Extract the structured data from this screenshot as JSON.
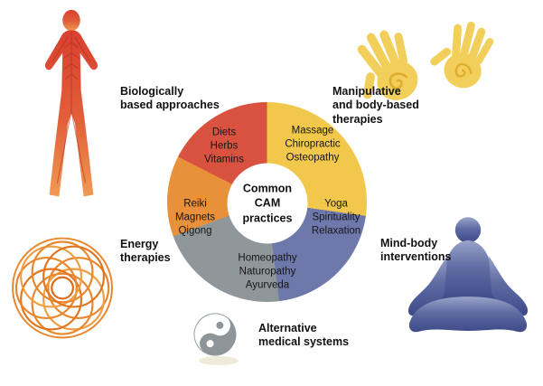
{
  "figure": {
    "center_label": "Common\nCAM\npractices",
    "pie": {
      "segments": [
        {
          "name": "Manipulative and body-based therapies",
          "items": "Massage\nChiropractic\nOsteopathy",
          "color": "#f1c84b",
          "end_angle": 98
        },
        {
          "name": "Mind-body interventions",
          "items": "Yoga\nSpirituality\nRelaxation",
          "color": "#6e78ab",
          "end_angle": 173
        },
        {
          "name": "Alternative medical systems",
          "items": "Homeopathy\nNaturopathy\nAyurveda",
          "color": "#8f979b",
          "end_angle": 250
        },
        {
          "name": "Energy therapies",
          "items": "Reiki\nMagnets\nQigong",
          "color": "#e8913a",
          "end_angle": 297
        },
        {
          "name": "Biologically based approaches",
          "items": "Diets\nHerbs\nVitamins",
          "color": "#d95240",
          "end_angle": 360
        }
      ]
    },
    "labels": {
      "biological": "Biologically\nbased approaches",
      "manipulative": "Manipulative\nand body-based\ntherapies",
      "mind_body": "Mind-body\ninterventions",
      "energy": "Energy\ntherapies",
      "alternative": "Alternative\nmedical systems"
    },
    "icons": {
      "body": "anatomical-body-icon",
      "hands": "healing-hands-icon",
      "meditation": "lotus-meditation-icon",
      "energy": "energy-circles-icon",
      "yinyang": "yin-yang-icon"
    }
  },
  "colors": {
    "body-red": "#dc4a32",
    "hands-yellow": "#f2cf5b",
    "hands-spiral": "#dfae2f",
    "meditation-blue": "#4c5894",
    "energy-orange": "#e8872e",
    "yinyang-gray": "#8d9599",
    "text": "#111111",
    "background": "#ffffff"
  }
}
